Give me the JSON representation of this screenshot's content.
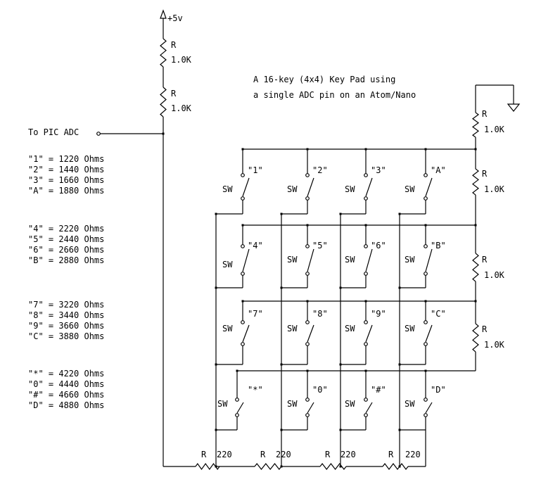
{
  "title": {
    "line1": "A 16-key (4x4) Key Pad using",
    "line2": "a single ADC pin on an Atom/Nano"
  },
  "supply_label": "+5v",
  "adc_label": "To PIC ADC",
  "resistor_prefix": "R",
  "top_resistors": [
    "1.0K",
    "1.0K"
  ],
  "right_resistors": [
    "1.0K",
    "1.0K",
    "1.0K",
    "1.0K"
  ],
  "bottom_resistors": [
    "220",
    "220",
    "220",
    "220"
  ],
  "switch_prefix": "SW",
  "keys": [
    [
      "\"1\"",
      "\"2\"",
      "\"3\"",
      "\"A\""
    ],
    [
      "\"4\"",
      "\"5\"",
      "\"6\"",
      "\"B\""
    ],
    [
      "\"7\"",
      "\"8\"",
      "\"9\"",
      "\"C\""
    ],
    [
      "\"*\"",
      "\"0\"",
      "\"#\"",
      "\"D\""
    ]
  ],
  "resistance_table": [
    [
      "\"1\" = 1220 Ohms",
      "\"2\" = 1440 Ohms",
      "\"3\" = 1660 Ohms",
      "\"A\" = 1880 Ohms"
    ],
    [
      "\"4\" = 2220 Ohms",
      "\"5\" = 2440 Ohms",
      "\"6\" = 2660 Ohms",
      "\"B\" = 2880 Ohms"
    ],
    [
      "\"7\" = 3220 Ohms",
      "\"8\" = 3440 Ohms",
      "\"9\" = 3660 Ohms",
      "\"C\" = 3880 Ohms"
    ],
    [
      "\"*\" = 4220 Ohms",
      "\"0\" = 4440 Ohms",
      "\"#\" = 4660 Ohms",
      "\"D\" = 4880 Ohms"
    ]
  ]
}
